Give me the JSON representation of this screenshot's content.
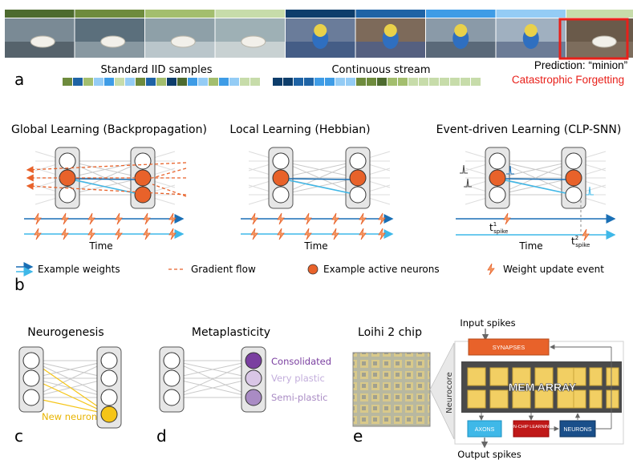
{
  "panel_a": {
    "letter": "a",
    "iid_label": "Standard IID samples",
    "stream_label": "Continuous stream",
    "prediction": "Prediction: “minion”",
    "forgetting": "Catastrophic Forgetting",
    "task_colors": [
      "#4d6b2f",
      "#6e8b3d",
      "#a3be6e",
      "#c7dcaa",
      "#0d3d6b",
      "#1e63a5",
      "#3e9ce6",
      "#94ccf5",
      "#c7dcaa"
    ],
    "iid_sequence": [
      "#6e8b3d",
      "#1e63a5",
      "#a3be6e",
      "#94ccf5",
      "#3e9ce6",
      "#c7dcaa",
      "#94ccf5",
      "#6e8b3d",
      "#1e63a5",
      "#a3be6e",
      "#0d3d6b",
      "#4d6b2f",
      "#3e9ce6",
      "#94ccf5",
      "#a3be6e",
      "#3e9ce6",
      "#94ccf5",
      "#c7dcaa",
      "#c7dcaa"
    ],
    "stream_sequence": [
      "#0d3d6b",
      "#0d3d6b",
      "#1e63a5",
      "#1e63a5",
      "#3e9ce6",
      "#3e9ce6",
      "#94ccf5",
      "#94ccf5",
      "#6e8b3d",
      "#6e8b3d",
      "#4d6b2f",
      "#a3be6e",
      "#a3be6e",
      "#c7dcaa",
      "#c7dcaa",
      "#c7dcaa",
      "#c7dcaa",
      "#c7dcaa",
      "#c7dcaa",
      "#c7dcaa"
    ]
  },
  "panel_b": {
    "letter": "b",
    "titles": [
      "Global Learning (Backpropagation)",
      "Local Learning (Hebbian)",
      "Event-driven Learning (CLP-SNN)"
    ],
    "time_label": "Time",
    "t1": "t",
    "t1_sup": "1",
    "t2": "t",
    "t2_sup": "2",
    "t_sub": "spike",
    "legend": {
      "weights": "Example weights",
      "gradient": "Gradient flow",
      "active": "Example active neurons",
      "update": "Weight update event"
    }
  },
  "panel_c": {
    "letter": "c",
    "title": "Neurogenesis",
    "new_neuron": "New neuron"
  },
  "panel_d": {
    "letter": "d",
    "title": "Metaplasticity",
    "states": [
      {
        "label": "Consolidated",
        "color": "#7a3fa0"
      },
      {
        "label": "Very plastic",
        "color": "#d9c6e6"
      },
      {
        "label": "Semi-plastic",
        "color": "#a98bc4"
      }
    ]
  },
  "panel_e": {
    "letter": "e",
    "title": "Loihi 2 chip",
    "input": "Input spikes",
    "output": "Output spikes",
    "synapses": "SYNAPSES",
    "mem_array": "MEM ARRAY",
    "axons": "AXONS",
    "onchip": "ON-CHIP LEARNING",
    "neurons": "NEURONS",
    "neurocore": "Neurocore"
  },
  "colors": {
    "orange": "#e8622a",
    "blue_dark": "#1a6fb5",
    "blue_light": "#3fb8e8",
    "red": "#e8201a",
    "yellow": "#f5c518"
  }
}
